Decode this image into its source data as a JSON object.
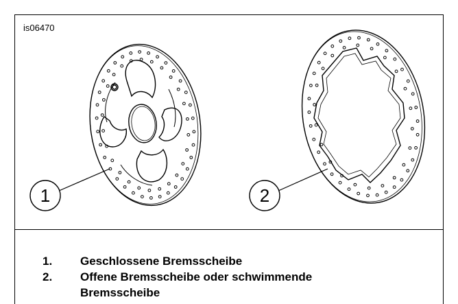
{
  "figure": {
    "id": "is06470",
    "callouts": [
      "1",
      "2"
    ]
  },
  "legend": {
    "items": [
      {
        "number": "1.",
        "text": "Geschlossene Bremsscheibe"
      },
      {
        "number": "2.",
        "text": "Offene Bremsscheibe oder schwimmende Bremsscheibe"
      }
    ]
  },
  "colors": {
    "line": "#000000",
    "background": "#ffffff"
  }
}
